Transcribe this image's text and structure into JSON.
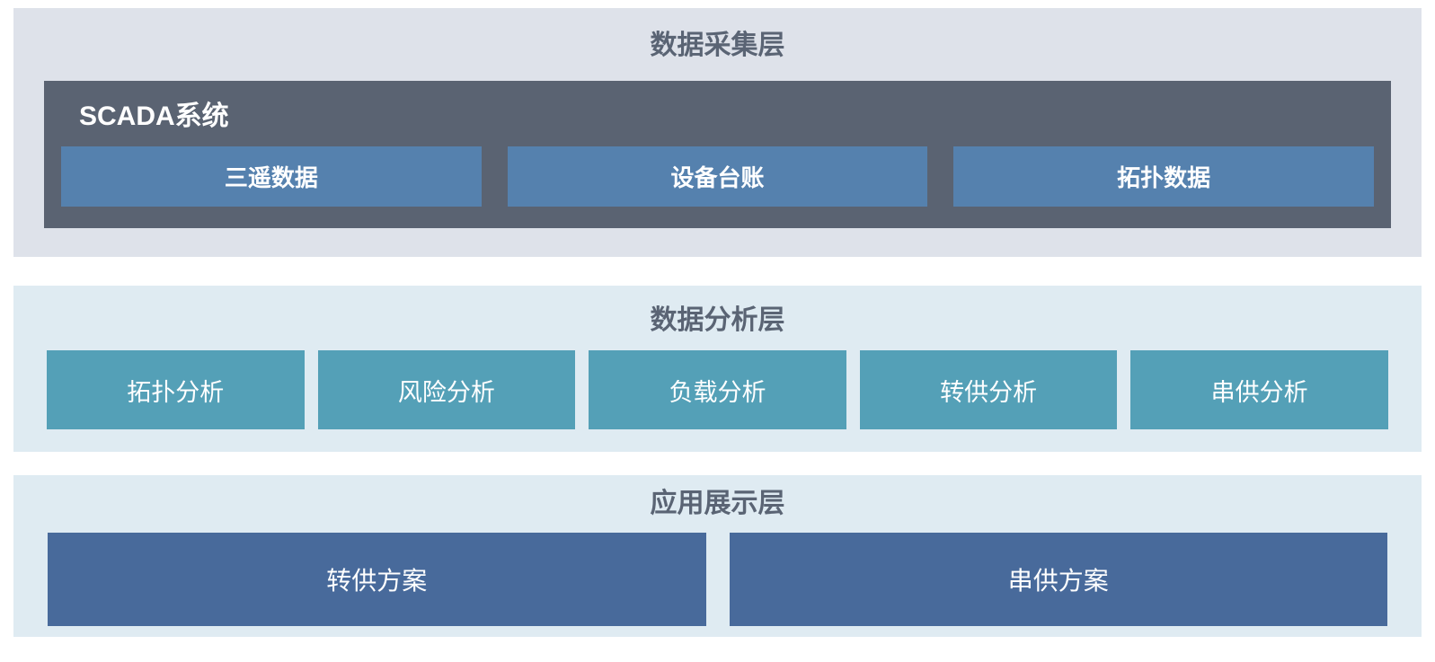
{
  "colors": {
    "page_bg": "#ffffff",
    "layer1_bg": "#dee2ea",
    "layer23_bg": "#dfebf2",
    "scada_bg": "#5a6372",
    "data_box_bg": "#5581ae",
    "analysis_box_bg": "#54a0b7",
    "app_box_bg": "#486a9b",
    "title_color": "#5a6474",
    "box_text_color": "#ffffff"
  },
  "layers": {
    "collection": {
      "title": "数据采集层",
      "scada": {
        "label": "SCADA系统",
        "items": [
          {
            "label": "三遥数据"
          },
          {
            "label": "设备台账"
          },
          {
            "label": "拓扑数据"
          }
        ]
      }
    },
    "analysis": {
      "title": "数据分析层",
      "items": [
        {
          "label": "拓扑分析"
        },
        {
          "label": "风险分析"
        },
        {
          "label": "负载分析"
        },
        {
          "label": "转供分析"
        },
        {
          "label": "串供分析"
        }
      ]
    },
    "application": {
      "title": "应用展示层",
      "items": [
        {
          "label": "转供方案"
        },
        {
          "label": "串供方案"
        }
      ]
    }
  }
}
